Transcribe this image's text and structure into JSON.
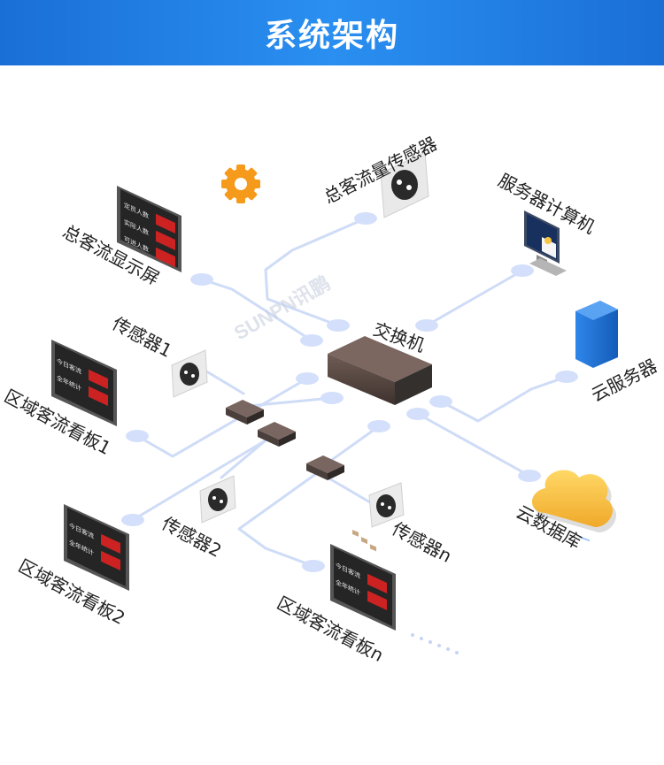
{
  "header": {
    "title": "系统架构"
  },
  "watermark": "SUNPN讯鹏",
  "labels": {
    "total_display": "总客流显示屏",
    "total_sensor": "总客流量传感器",
    "server_computer": "服务器计算机",
    "switch": "交换机",
    "cloud_server": "云服务器",
    "cloud_db": "云数据库",
    "sensor_1": "传感器1",
    "sensor_2": "传感器2",
    "sensor_n": "传感器n",
    "board_1": "区域客流看板1",
    "board_2": "区域客流看板2",
    "board_n": "区域客流看板n"
  },
  "total_display_rows": [
    "定员人数",
    "实际人数",
    "可进人数"
  ],
  "area_board_rows": [
    "今日客流",
    "全年统计"
  ],
  "colors": {
    "header": "#2a8ff0",
    "line": "#cfdcf7",
    "dot": "#d4e0fb",
    "led": "#cc2222",
    "gear": "#f59a1b",
    "cloud": "#f6c542",
    "server": "#1f6fd6"
  }
}
